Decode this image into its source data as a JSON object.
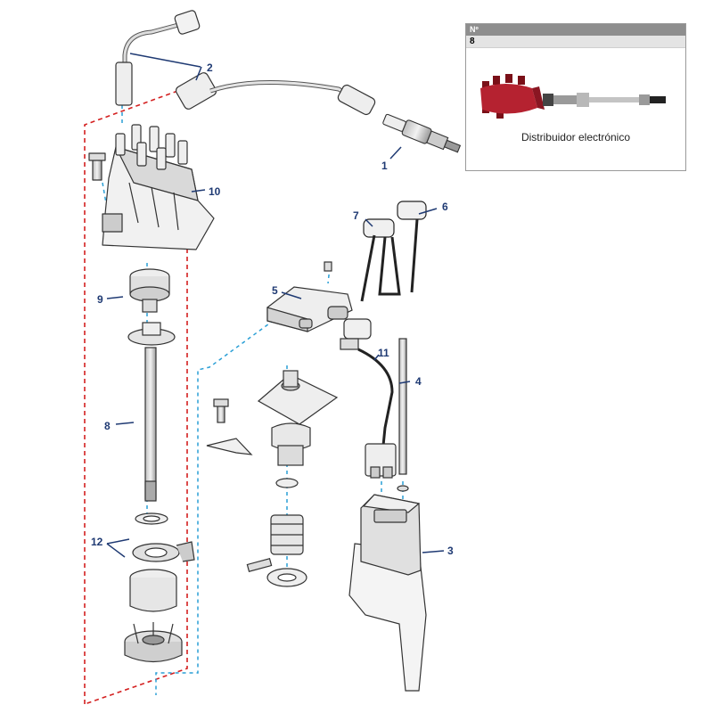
{
  "callouts": {
    "c1": "1",
    "c2": "2",
    "c3": "3",
    "c4": "4",
    "c5": "5",
    "c6": "6",
    "c7": "7",
    "c8": "8",
    "c9": "9",
    "c10": "10",
    "c11": "11",
    "c12": "12"
  },
  "inset": {
    "header_label": "Nº",
    "number": "8",
    "caption": "Distribuidor electrónico"
  },
  "colors": {
    "callout_text": "#1f3a73",
    "red_dash": "#d42020",
    "blue_dash": "#2a9fd6",
    "cap_red": "#b52230"
  }
}
